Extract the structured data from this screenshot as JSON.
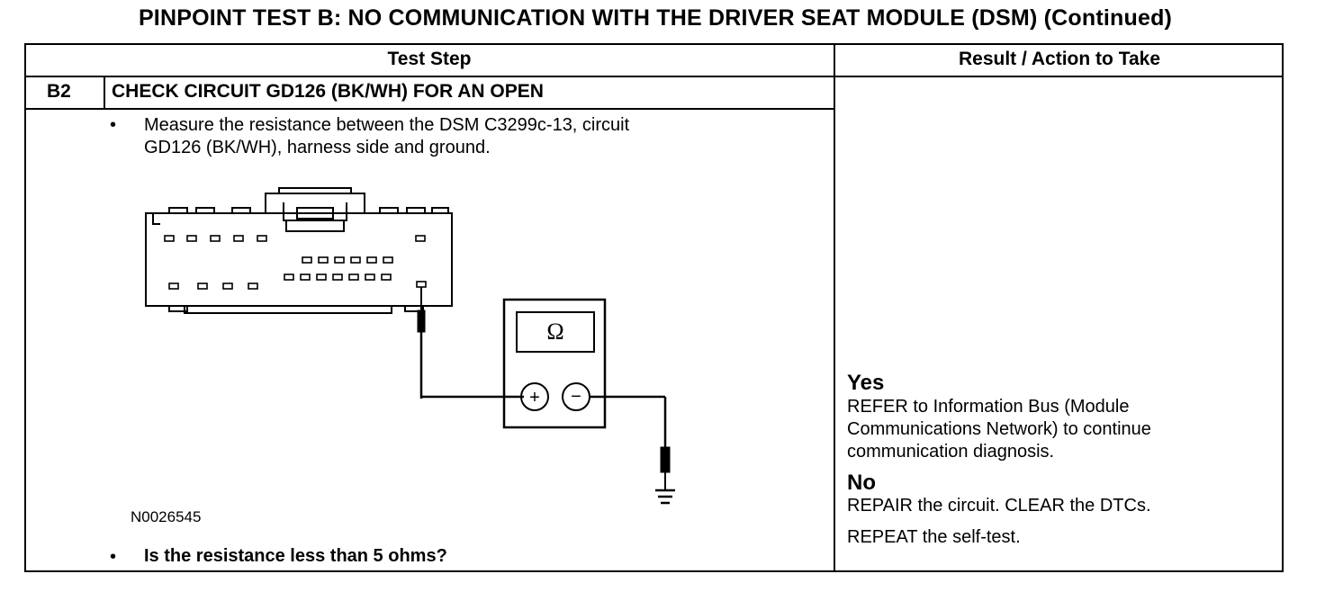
{
  "title": "PINPOINT TEST B: NO COMMUNICATION WITH THE DRIVER SEAT MODULE (DSM) (Continued)",
  "table": {
    "col_test_step": "Test Step",
    "col_result": "Result / Action to Take"
  },
  "step": {
    "id": "B2",
    "title": "CHECK CIRCUIT GD126 (BK/WH) FOR AN OPEN",
    "bullet": "•",
    "instruction_line1": "Measure the resistance between the DSM C3299c-13, circuit",
    "instruction_line2": "GD126 (BK/WH), harness side and ground.",
    "figure_id": "N0026545",
    "question": "Is the resistance less than 5 ohms?"
  },
  "meter": {
    "symbol": "Ω",
    "plus": "+",
    "minus": "−"
  },
  "result": {
    "yes_label": "Yes",
    "yes_line1": "REFER to Information Bus (Module",
    "yes_line2": "Communications Network) to continue",
    "yes_line3": "communication diagnosis.",
    "no_label": "No",
    "no_line1": "REPAIR the circuit. CLEAR the DTCs.",
    "no_line2": "REPEAT the self-test."
  }
}
